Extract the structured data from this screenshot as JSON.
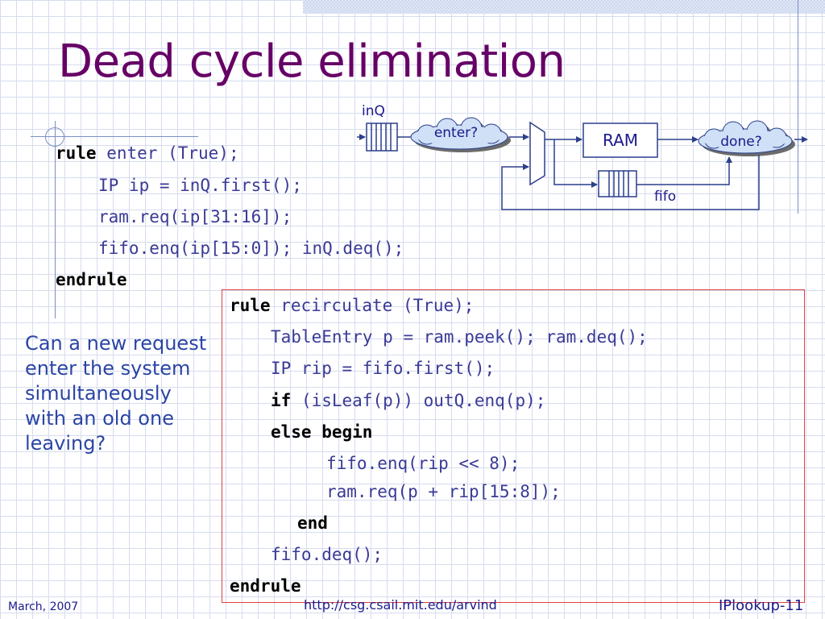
{
  "slide": {
    "title": "Dead cycle elimination",
    "question": "Can a new request enter the system simultaneously with an old one leaving?"
  },
  "rule_enter": {
    "kw_rule": "rule",
    "sig": " enter (True);",
    "line1": "IP ip = inQ.first();",
    "line2": "ram.req(ip[31:16]);",
    "line3": "fifo.enq(ip[15:0]); inQ.deq();",
    "kw_endrule": "endrule"
  },
  "rule_recirculate": {
    "kw_rule": "rule",
    "sig": " recirculate (True);",
    "line1": "TableEntry p = ram.peek(); ram.deq();",
    "line2": "IP rip = fifo.first();",
    "kw_if": "if",
    "line3": " (isLeaf(p)) outQ.enq(p);",
    "kw_else_begin": "else begin",
    "line4": "fifo.enq(rip << 8);",
    "line5": "ram.req(p + rip[15:8]);",
    "kw_end": "end",
    "line6": "fifo.deq();",
    "kw_endrule": "endrule"
  },
  "diagram": {
    "inq_label": "inQ",
    "enter_label": "enter?",
    "ram_label": "RAM",
    "done_label": "done?",
    "fifo_label": "fifo",
    "colors": {
      "line": "#2b3f8a",
      "cloud_fill": "#cfe0f7",
      "cloud_shadow": "#6b6b6b"
    }
  },
  "footer": {
    "date": "March, 2007",
    "url": "http://csg.csail.mit.edu/arvind",
    "page": "IPlookup-11"
  }
}
